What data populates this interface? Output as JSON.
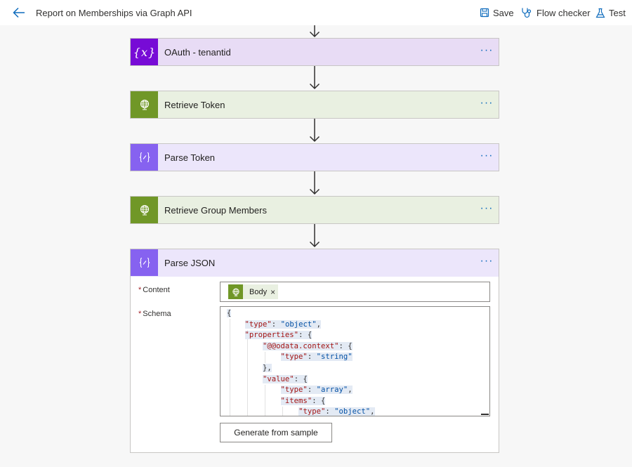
{
  "header": {
    "title": "Report on Memberships via Graph API",
    "save_label": "Save",
    "flow_checker_label": "Flow checker",
    "test_label": "Test"
  },
  "steps": [
    {
      "title": "OAuth - tenantid",
      "type": "variable",
      "icon": "variable-icon",
      "more": "···"
    },
    {
      "title": "Retrieve Token",
      "type": "http",
      "icon": "globe-icon",
      "more": "···"
    },
    {
      "title": "Parse Token",
      "type": "parse-json",
      "icon": "braces-icon",
      "more": "···"
    },
    {
      "title": "Retrieve Group Members",
      "type": "http",
      "icon": "globe-icon",
      "more": "···"
    }
  ],
  "parse_json": {
    "title": "Parse JSON",
    "more": "···",
    "content_label": "Content",
    "content_token": "Body",
    "token_remove": "×",
    "schema_label": "Schema",
    "required_marker": "*",
    "schema_lines": [
      "{",
      "    \"type\": \"object\",",
      "    \"properties\": {",
      "        \"@@odata.context\": {",
      "            \"type\": \"string\"",
      "        },",
      "        \"value\": {",
      "            \"type\": \"array\",",
      "            \"items\": {",
      "                \"type\": \"object\","
    ],
    "generate_button": "Generate from sample"
  },
  "colors": {
    "accent": "#0f6cbd",
    "variable": "#770bd6",
    "http": "#709727",
    "parse": "#8662f0"
  }
}
